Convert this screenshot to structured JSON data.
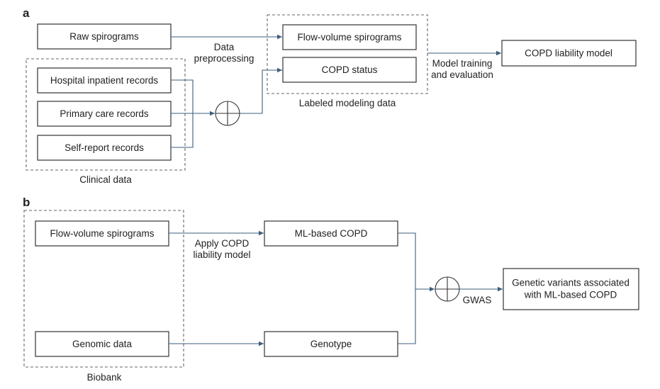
{
  "colors": {
    "edge": "#3e5c7e",
    "box_stroke": "#333333",
    "group_stroke": "#666666",
    "text": "#222222"
  },
  "panel_a": {
    "label": "a",
    "nodes": {
      "raw_spirograms": "Raw spirograms",
      "hospital_records": "Hospital inpatient records",
      "primary_care_records": "Primary care records",
      "self_report_records": "Self-report records",
      "flow_volume_spirograms": "Flow-volume spirograms",
      "copd_status": "COPD status",
      "copd_liability_model": "COPD liability model"
    },
    "edge_labels": {
      "data_preprocessing": [
        "Data",
        "preprocessing"
      ],
      "model_training": [
        "Model training",
        "and evaluation"
      ]
    },
    "groups": {
      "clinical_data": "Clinical data",
      "labeled_modeling_data": "Labeled modeling data"
    }
  },
  "panel_b": {
    "label": "b",
    "nodes": {
      "flow_volume_spirograms": "Flow-volume spirograms",
      "genomic_data": "Genomic data",
      "ml_based_copd": "ML-based COPD",
      "genotype": "Genotype",
      "genetic_variants": [
        "Genetic variants associated",
        "with ML-based COPD"
      ]
    },
    "edge_labels": {
      "apply_model": [
        "Apply COPD",
        "liability model"
      ],
      "gwas": "GWAS"
    },
    "groups": {
      "biobank": "Biobank"
    }
  }
}
